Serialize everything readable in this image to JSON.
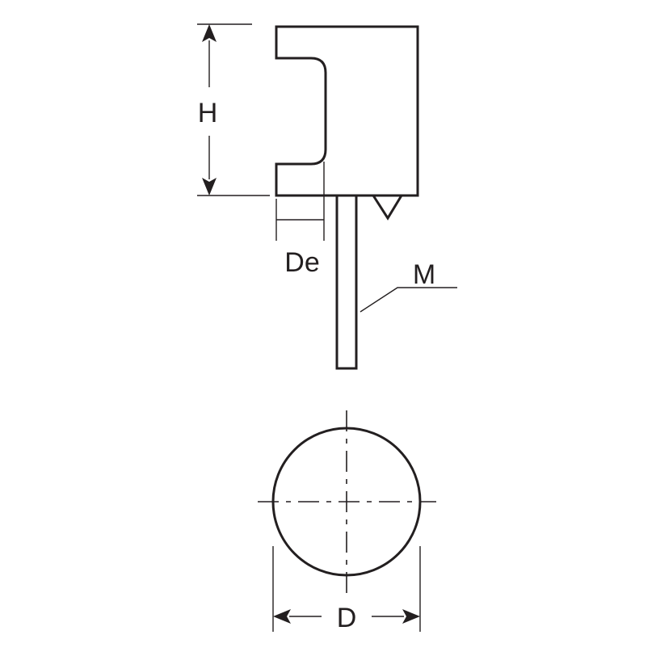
{
  "diagram": {
    "labels": {
      "height": "H",
      "edge_depth": "De",
      "thread": "M",
      "diameter": "D"
    },
    "colors": {
      "line": "#231f20",
      "background": "#ffffff"
    }
  }
}
